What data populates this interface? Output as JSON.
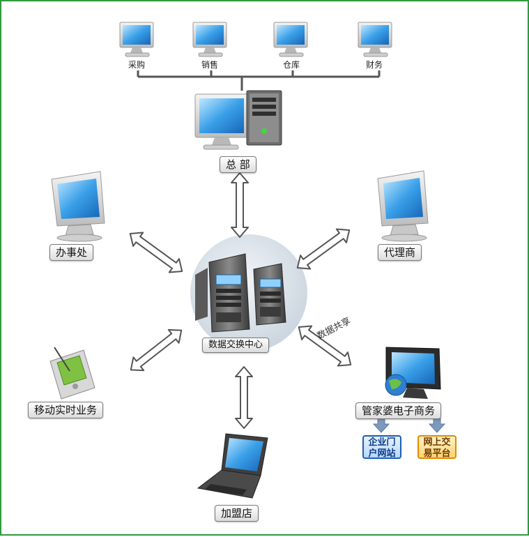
{
  "departments": [
    "采购",
    "销售",
    "仓库",
    "财务"
  ],
  "nodes": {
    "headquarters": "总 部",
    "office": "办事处",
    "agent": "代理商",
    "hub": "数据交换中心",
    "mobile": "移动实时业务",
    "franchise": "加盟店",
    "ecommerce": "管家婆电子商务"
  },
  "data_share": "数据共享",
  "ecommerce_subs": [
    "企业门户网站",
    "网上交易平台"
  ],
  "ecommerce_subs_lines": [
    [
      "企业门",
      "户网站"
    ],
    [
      "网上交",
      "易平台"
    ]
  ],
  "colors": {
    "border": "#2e9a3c",
    "screen": "#3aa0e8",
    "arrow_fill": "#ffffff",
    "arrow_stroke": "#555555",
    "hub_circle": "#dde4ec",
    "portal_blue": "#1f5fb3",
    "trade_orange": "#e08b00"
  },
  "icons": {
    "department": "monitor-icon",
    "headquarters": "server-tower-icon",
    "office": "crt-monitor-icon",
    "agent": "crt-monitor-icon",
    "hub": "rack-server-icon",
    "mobile": "pda-icon",
    "franchise": "laptop-icon",
    "ecommerce": "globe-monitor-icon"
  }
}
